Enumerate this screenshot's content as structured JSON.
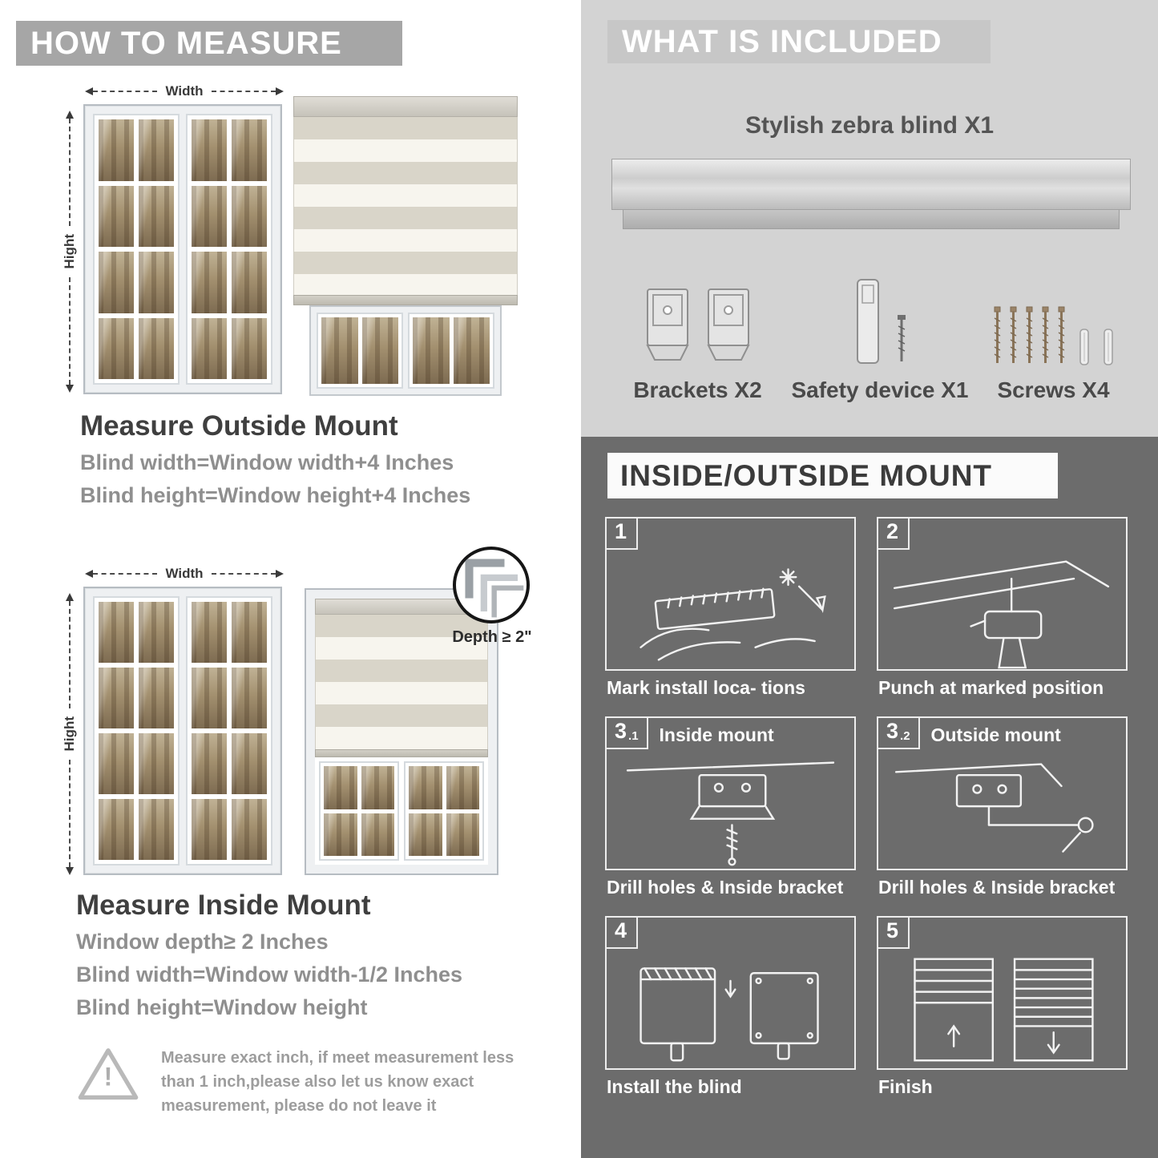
{
  "left": {
    "banner": "HOW TO MEASURE",
    "outside": {
      "width_label": "Width",
      "height_label": "Hight",
      "title": "Measure Outside Mount",
      "lines": [
        "Blind width=Window width+4 Inches",
        "Blind height=Window height+4 Inches"
      ]
    },
    "inside": {
      "width_label": "Width",
      "height_label": "Hight",
      "depth_label": "Depth ≥ 2\"",
      "title": "Measure Inside Mount",
      "lines": [
        "Window depth≥ 2 Inches",
        "Blind width=Window width-1/2 Inches",
        "Blind height=Window height"
      ]
    },
    "note_mark": "!",
    "note": "Measure exact inch, if meet measurement less than 1 inch,please also let us know exact measurement, please do not leave it"
  },
  "right": {
    "included": {
      "banner": "WHAT IS INCLUDED",
      "product": "Stylish zebra blind X1",
      "hardware": [
        {
          "label": "Brackets X2"
        },
        {
          "label": "Safety device X1"
        },
        {
          "label": "Screws X4"
        }
      ]
    },
    "mount": {
      "banner": "INSIDE/OUTSIDE MOUNT",
      "steps": [
        {
          "num": "1",
          "sub": "",
          "title": "",
          "caption": "Mark install loca- tions"
        },
        {
          "num": "2",
          "sub": "",
          "title": "",
          "caption": "Punch at  marked position"
        },
        {
          "num": "3",
          "sub": ".1",
          "title": "Inside mount",
          "caption": "Drill holes &  Inside bracket"
        },
        {
          "num": "3",
          "sub": ".2",
          "title": "Outside mount",
          "caption": "Drill holes &  Inside bracket"
        },
        {
          "num": "4",
          "sub": "",
          "title": "",
          "caption": "Install the blind"
        },
        {
          "num": "5",
          "sub": "",
          "title": "",
          "caption": "Finish"
        }
      ]
    }
  },
  "colors": {
    "banner_gray": "#a6a6a6",
    "light_gray_bg": "#d3d3d3",
    "dark_gray_bg": "#6c6c6c",
    "heading_dark": "#3f3f3f",
    "text_gray": "#8f8f8f"
  }
}
